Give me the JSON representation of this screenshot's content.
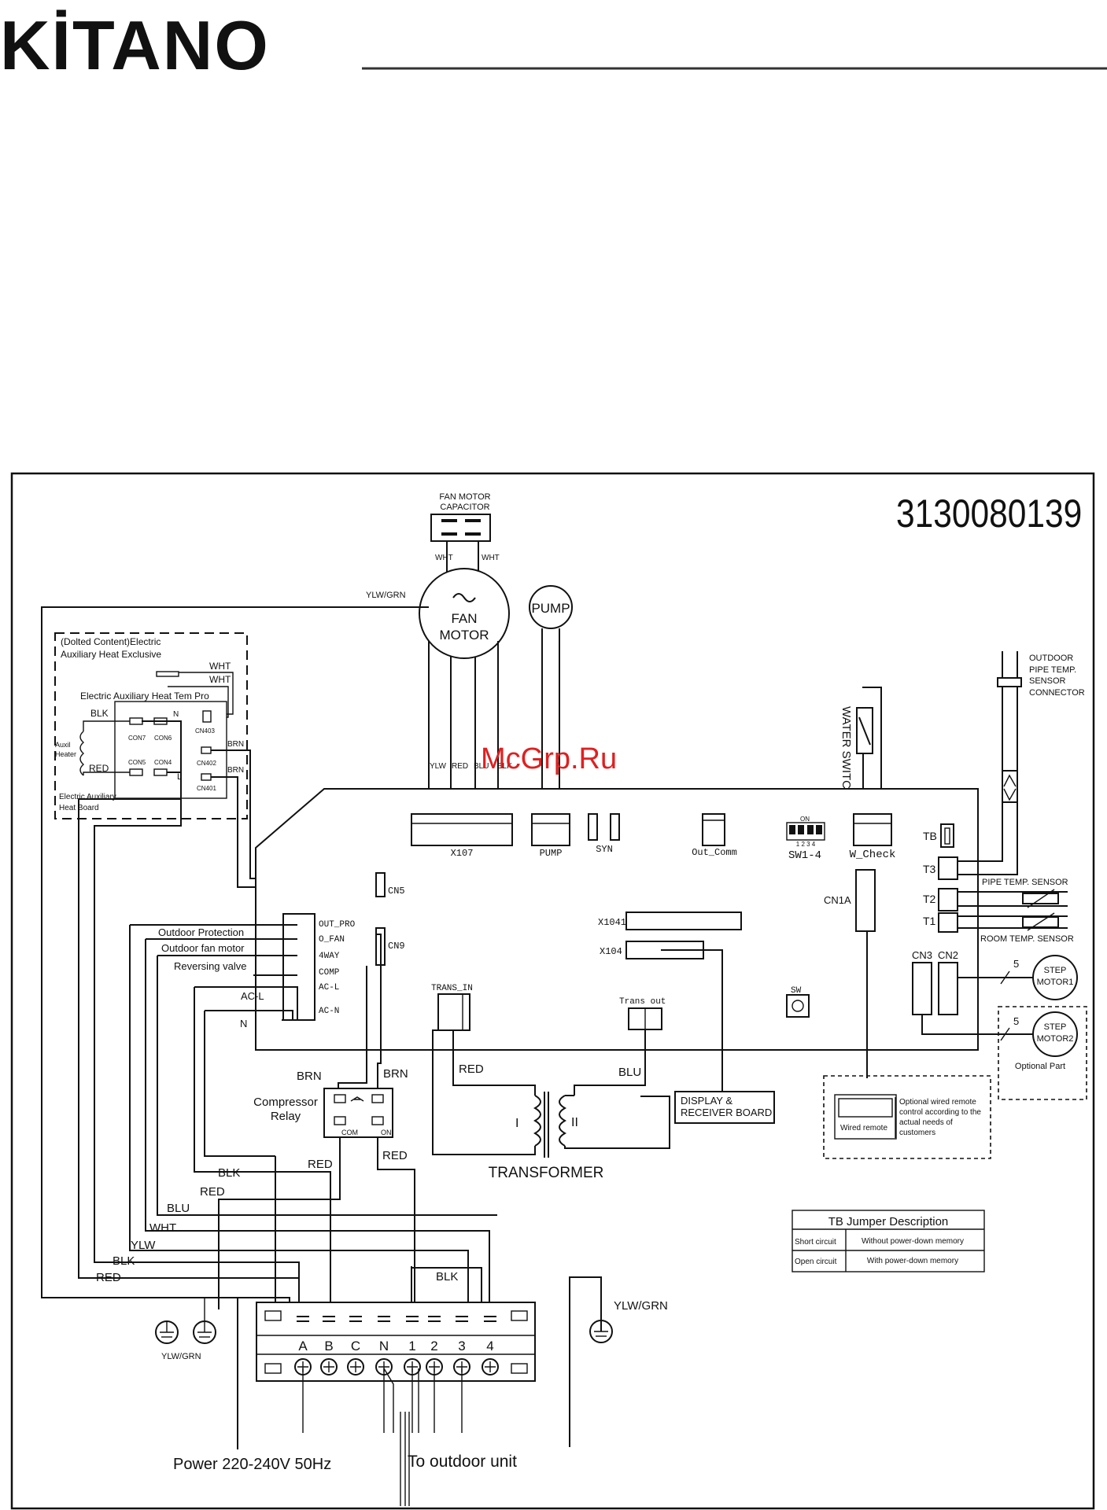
{
  "header": {
    "brand": "KİTANO"
  },
  "diagram": {
    "model_number": "3130080139",
    "fan_capacitor_label_1": "FAN MOTOR",
    "fan_capacitor_label_2": "CAPACITOR",
    "fan_motor_label_1": "FAN",
    "fan_motor_label_2": "MOTOR",
    "pump_label": "PUMP",
    "water_switch_label": "WATER SWITCH",
    "watermark": "McGrp.Ru",
    "aux": {
      "title_1": "(Dolted Content)Electric",
      "title_2": "Auxiliary Heat Exclusive",
      "tem_pro": "Electric Auxiliary Heat Tem Pro",
      "heater_1": "Auxil",
      "heater_2": "Heater",
      "board_1": "Electric Auxiliary",
      "board_2": "Heat Board",
      "con7": "CON7",
      "con6": "CON6",
      "con5": "CON5",
      "con4": "CON4",
      "cn403": "CN403",
      "cn402": "CN402",
      "cn401": "CN401",
      "n": "N",
      "l": "L"
    },
    "outdoor_sensor": {
      "l1": "OUTDOOR",
      "l2": "PIPE TEMP.",
      "l3": "SENSOR",
      "l4": "CONNECTOR"
    },
    "board": {
      "x107": "X107",
      "pump": "PUMP",
      "syn": "SYN",
      "out_comm": "Out_Comm",
      "sw_on": "ON",
      "sw_nums": "1 2 3 4",
      "sw14": "SW1-4",
      "w_check": "W_Check",
      "tb": "TB",
      "t3": "T3",
      "t2": "T2",
      "t1": "T1",
      "cn5": "CN5",
      "cn9": "CN9",
      "cn1a": "CN1A",
      "cn3": "CN3",
      "cn2": "CN2",
      "x1041": "X1041",
      "x104": "X104",
      "trans_in": "TRANS_IN",
      "trans_out": "Trans out",
      "sw": "SW",
      "relay_pins": [
        "OUT_PRO",
        "O_FAN",
        "4WAY",
        "COMP",
        "AC-L",
        "AC-N"
      ]
    },
    "left_labels": [
      "Outdoor Protection",
      "Outdoor fan motor",
      "Reversing valve"
    ],
    "pipe_sensor": "PIPE TEMP. SENSOR",
    "room_sensor": "ROOM TEMP. SENSOR",
    "step_motor": "STEP",
    "motor1": "MOTOR1",
    "motor2": "MOTOR2",
    "optional_part": "Optional Part",
    "num_5": "5",
    "compressor_relay_1": "Compressor",
    "compressor_relay_2": "Relay",
    "com": "COM",
    "on": "ON",
    "transformer": "TRANSFORMER",
    "winding_1": "I",
    "winding_2": "II",
    "display_board_1": "DISPLAY &",
    "display_board_2": "RECEIVER BOARD",
    "wired_remote": "Wired remote",
    "wired_note": [
      "Optional wired remote",
      "control according to the",
      "actual needs of",
      "customers"
    ],
    "tb_jumper": {
      "title": "TB Jumper Description",
      "rows": [
        {
          "state": "Short circuit",
          "desc": "Without power-down memory"
        },
        {
          "state": "Open circuit",
          "desc": "With power-down memory"
        }
      ]
    },
    "terminals": [
      "A",
      "B",
      "C",
      "N",
      "1",
      "2",
      "3",
      "4"
    ],
    "wire_colors": {
      "ylw_grn": "YLW/GRN",
      "wht": "WHT",
      "blk": "BLK",
      "red": "RED",
      "brn": "BRN",
      "ylw": "YLW",
      "blu": "BLU",
      "blu_caps": "BLU"
    },
    "power_label": "Power  220-240V   50Hz",
    "outdoor_unit_label": "To outdoor unit"
  }
}
